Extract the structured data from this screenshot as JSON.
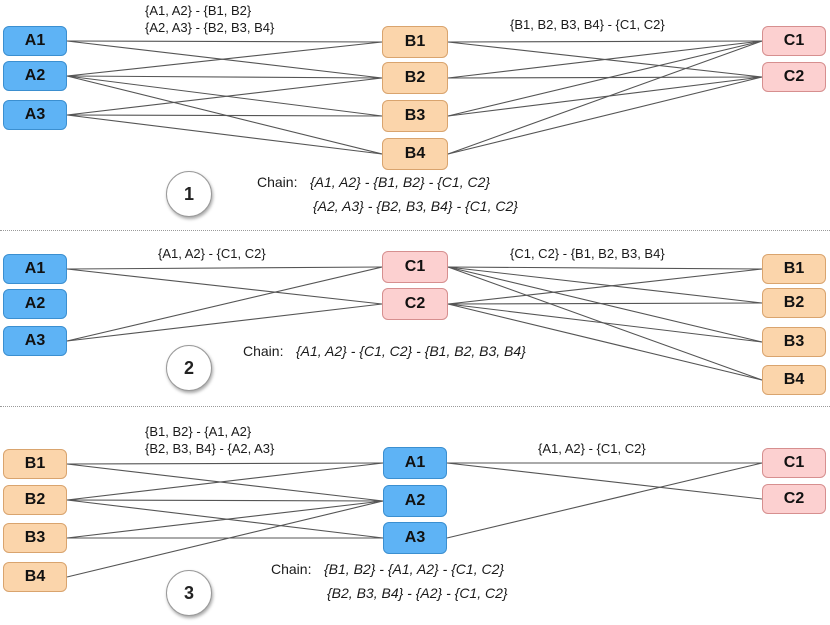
{
  "panels": [
    {
      "badge": "1",
      "nodes": [
        {
          "id": "A1",
          "label": "A1",
          "color": "blue"
        },
        {
          "id": "A2",
          "label": "A2",
          "color": "blue"
        },
        {
          "id": "A3",
          "label": "A3",
          "color": "blue"
        },
        {
          "id": "B1",
          "label": "B1",
          "color": "peach"
        },
        {
          "id": "B2",
          "label": "B2",
          "color": "peach"
        },
        {
          "id": "B3",
          "label": "B3",
          "color": "peach"
        },
        {
          "id": "B4",
          "label": "B4",
          "color": "peach"
        },
        {
          "id": "C1",
          "label": "C1",
          "color": "pink"
        },
        {
          "id": "C2",
          "label": "C2",
          "color": "pink"
        }
      ],
      "edges": [
        [
          "A1",
          "B1"
        ],
        [
          "A1",
          "B2"
        ],
        [
          "A2",
          "B1"
        ],
        [
          "A2",
          "B2"
        ],
        [
          "A2",
          "B3"
        ],
        [
          "A2",
          "B4"
        ],
        [
          "A3",
          "B2"
        ],
        [
          "A3",
          "B3"
        ],
        [
          "A3",
          "B4"
        ],
        [
          "B1",
          "C1"
        ],
        [
          "B1",
          "C2"
        ],
        [
          "B2",
          "C1"
        ],
        [
          "B2",
          "C2"
        ],
        [
          "B3",
          "C1"
        ],
        [
          "B3",
          "C2"
        ],
        [
          "B4",
          "C1"
        ],
        [
          "B4",
          "C2"
        ]
      ],
      "edge_labels": [
        "{A1, A2} - {B1, B2}",
        "{A2, A3} - {B2, B3, B4}",
        "{B1, B2, B3, B4} - {C1, C2}"
      ],
      "chain_label": "Chain:",
      "chain": [
        "{A1, A2} - {B1, B2} - {C1, C2}",
        "{A2, A3} - {B2, B3, B4} - {C1, C2}"
      ]
    },
    {
      "badge": "2",
      "nodes": [
        {
          "id": "A1",
          "label": "A1",
          "color": "blue"
        },
        {
          "id": "A2",
          "label": "A2",
          "color": "blue"
        },
        {
          "id": "A3",
          "label": "A3",
          "color": "blue"
        },
        {
          "id": "C1",
          "label": "C1",
          "color": "pink"
        },
        {
          "id": "C2",
          "label": "C2",
          "color": "pink"
        },
        {
          "id": "B1",
          "label": "B1",
          "color": "peach"
        },
        {
          "id": "B2",
          "label": "B2",
          "color": "peach"
        },
        {
          "id": "B3",
          "label": "B3",
          "color": "peach"
        },
        {
          "id": "B4",
          "label": "B4",
          "color": "peach"
        }
      ],
      "edges": [
        [
          "A1",
          "C1"
        ],
        [
          "A1",
          "C2"
        ],
        [
          "A3",
          "C1"
        ],
        [
          "A3",
          "C2"
        ],
        [
          "C1",
          "B1"
        ],
        [
          "C1",
          "B2"
        ],
        [
          "C1",
          "B3"
        ],
        [
          "C1",
          "B4"
        ],
        [
          "C2",
          "B1"
        ],
        [
          "C2",
          "B2"
        ],
        [
          "C2",
          "B3"
        ],
        [
          "C2",
          "B4"
        ]
      ],
      "edge_labels": [
        "{A1, A2} - {C1, C2}",
        "{C1, C2} - {B1, B2, B3, B4}"
      ],
      "chain_label": "Chain:",
      "chain": [
        "{A1, A2} - {C1, C2} - {B1, B2, B3, B4}"
      ]
    },
    {
      "badge": "3",
      "nodes": [
        {
          "id": "B1",
          "label": "B1",
          "color": "peach"
        },
        {
          "id": "B2",
          "label": "B2",
          "color": "peach"
        },
        {
          "id": "B3",
          "label": "B3",
          "color": "peach"
        },
        {
          "id": "B4",
          "label": "B4",
          "color": "peach"
        },
        {
          "id": "A1",
          "label": "A1",
          "color": "blue"
        },
        {
          "id": "A2",
          "label": "A2",
          "color": "blue"
        },
        {
          "id": "A3",
          "label": "A3",
          "color": "blue"
        },
        {
          "id": "C1",
          "label": "C1",
          "color": "pink"
        },
        {
          "id": "C2",
          "label": "C2",
          "color": "pink"
        }
      ],
      "edges": [
        [
          "B1",
          "A1"
        ],
        [
          "B1",
          "A2"
        ],
        [
          "B2",
          "A1"
        ],
        [
          "B2",
          "A2"
        ],
        [
          "B2",
          "A3"
        ],
        [
          "B3",
          "A2"
        ],
        [
          "B3",
          "A3"
        ],
        [
          "B4",
          "A2"
        ],
        [
          "A1",
          "C1"
        ],
        [
          "A1",
          "C2"
        ],
        [
          "A3",
          "C1"
        ]
      ],
      "edge_labels": [
        "{B1, B2} - {A1, A2}",
        "{B2, B3, B4} - {A2, A3}",
        "{A1, A2} - {C1, C2}"
      ],
      "chain_label": "Chain:",
      "chain": [
        "{B1, B2} - {A1, A2} - {C1, C2}",
        "{B2, B3, B4} - {A2} - {C1, C2}"
      ]
    }
  ],
  "colors": {
    "blue": "#5eb3f5",
    "peach": "#fbd5ab",
    "pink": "#fcd0d0",
    "wire": "#555555"
  }
}
